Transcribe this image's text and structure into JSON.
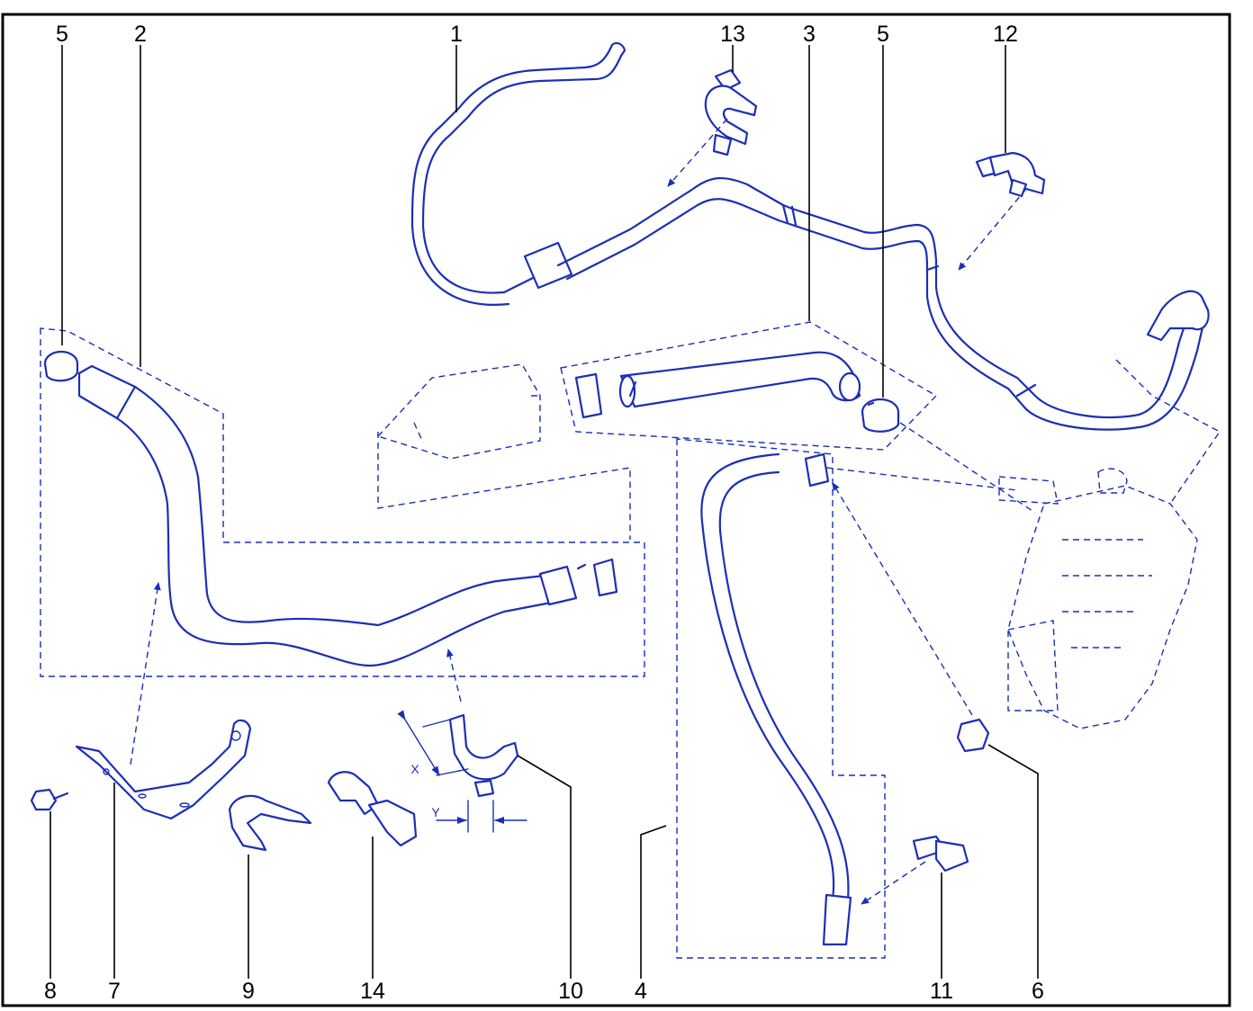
{
  "diagram": {
    "callouts": [
      {
        "id": "c5a",
        "label": "5"
      },
      {
        "id": "c2",
        "label": "2"
      },
      {
        "id": "c1",
        "label": "1"
      },
      {
        "id": "c13",
        "label": "13"
      },
      {
        "id": "c3",
        "label": "3"
      },
      {
        "id": "c5b",
        "label": "5"
      },
      {
        "id": "c12",
        "label": "12"
      },
      {
        "id": "c8",
        "label": "8"
      },
      {
        "id": "c7",
        "label": "7"
      },
      {
        "id": "c9",
        "label": "9"
      },
      {
        "id": "c14",
        "label": "14"
      },
      {
        "id": "c10",
        "label": "10"
      },
      {
        "id": "c4",
        "label": "4"
      },
      {
        "id": "c11",
        "label": "11"
      },
      {
        "id": "c6",
        "label": "6"
      }
    ],
    "dimensions": {
      "x": "X",
      "y": "Y"
    },
    "colors": {
      "line": "#1b2fb5",
      "text": "#000000",
      "frame": "#000000",
      "background": "#ffffff"
    }
  }
}
